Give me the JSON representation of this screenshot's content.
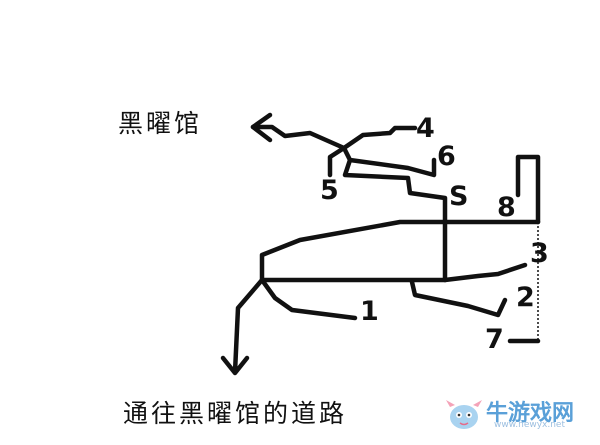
{
  "labels": {
    "top_destination": "黑曜馆",
    "bottom_route": "通往黑曜馆的道路"
  },
  "points": {
    "p1": "1",
    "p2": "2",
    "p3": "3",
    "p4": "4",
    "p5": "5",
    "p6": "6",
    "p7": "7",
    "p8": "8",
    "start": "S"
  },
  "watermark": {
    "brand": "牛游戏网",
    "url": "www.newyx.net"
  },
  "colors": {
    "line": "#111111",
    "watermark": "#5aa0d8"
  }
}
